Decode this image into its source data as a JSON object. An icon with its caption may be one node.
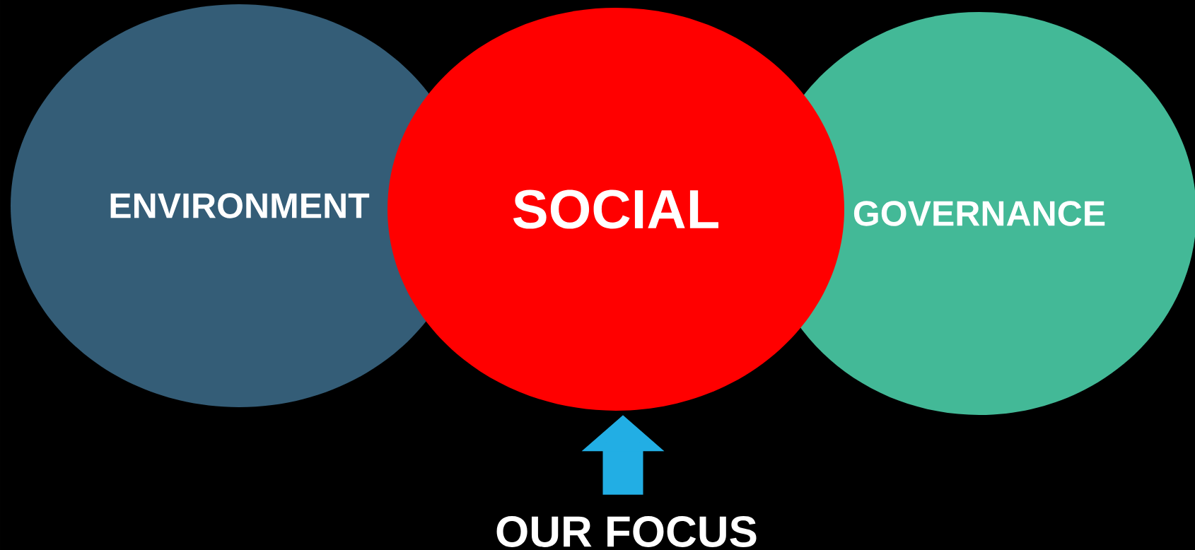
{
  "diagram": {
    "nodes": [
      {
        "text": [
          "ENVIRONMENT"
        ]
      },
      {
        "text": [
          "SOCIAL"
        ]
      },
      {
        "text": [
          "GOVERNANCE"
        ]
      },
      {
        "text": [
          "OUR FOCUS"
        ]
      }
    ],
    "edges": [
      {
        "from": 3,
        "to": 1,
        "arrow": "to"
      }
    ]
  }
}
